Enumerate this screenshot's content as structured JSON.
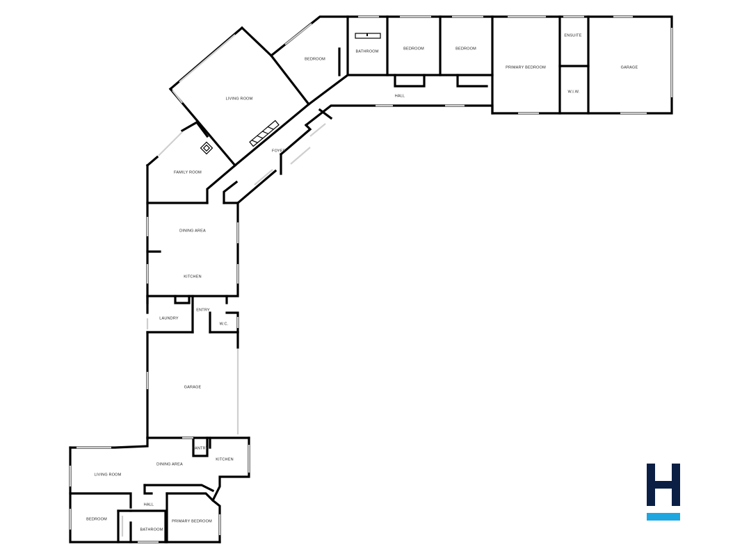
{
  "rooms": {
    "bedroom_top": "BEDROOM",
    "bathroom_top": "BATHROOM",
    "bedroom_2": "BEDROOM",
    "bedroom_3": "BEDROOM",
    "primary_bedroom_top": "PRIMARY BEDROOM",
    "ensuite": "ENSUITE",
    "wiw": "W.I.W.",
    "garage_top": "GARAGE",
    "hall_top": "HALL",
    "living_room_top": "LIVING ROOM",
    "foyer": "FOYER",
    "family_room": "FAMILY ROOM",
    "dining_area_top": "DINING AREA",
    "kitchen_top": "KITCHEN",
    "entry": "ENTRY",
    "laundry": "LAUNDRY",
    "wc": "W.C.",
    "garage_mid": "GARAGE",
    "pantry": "PANTRY",
    "kitchen_bottom": "KITCHEN",
    "dining_area_bottom": "DINING AREA",
    "living_room_bottom": "LIVING ROOM",
    "hall_bottom": "HALL",
    "bedroom_bottom": "BEDROOM",
    "bathroom_bottom": "BATHROOM",
    "primary_bedroom_bottom": "PRIMARY BEDROOM"
  },
  "logo": {
    "letter_icon": "h-logo-icon",
    "primary_color": "#0b1f45",
    "accent_color": "#1ea6e0"
  }
}
